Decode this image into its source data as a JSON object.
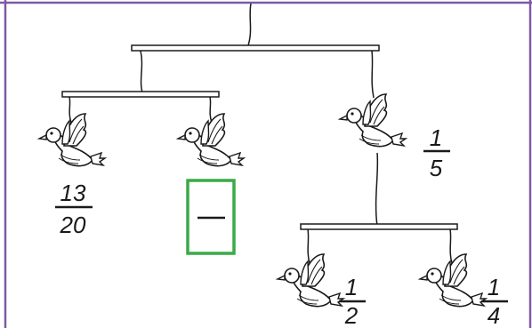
{
  "colors": {
    "frame": "#7b5aa6",
    "ink": "#1a1a1a",
    "answer_box": "#3aaa48"
  },
  "birds": [
    {
      "id": "bird-left-1",
      "fraction": {
        "numerator": "13",
        "denominator": "20"
      }
    },
    {
      "id": "bird-left-2",
      "fraction": {
        "numerator": "",
        "denominator": ""
      },
      "is_answer_box": true
    },
    {
      "id": "bird-right-top",
      "fraction": {
        "numerator": "1",
        "denominator": "5"
      }
    },
    {
      "id": "bird-bottom-left",
      "fraction": {
        "numerator": "1",
        "denominator": "2"
      }
    },
    {
      "id": "bird-bottom-right",
      "fraction": {
        "numerator": "1",
        "denominator": "4"
      }
    }
  ]
}
